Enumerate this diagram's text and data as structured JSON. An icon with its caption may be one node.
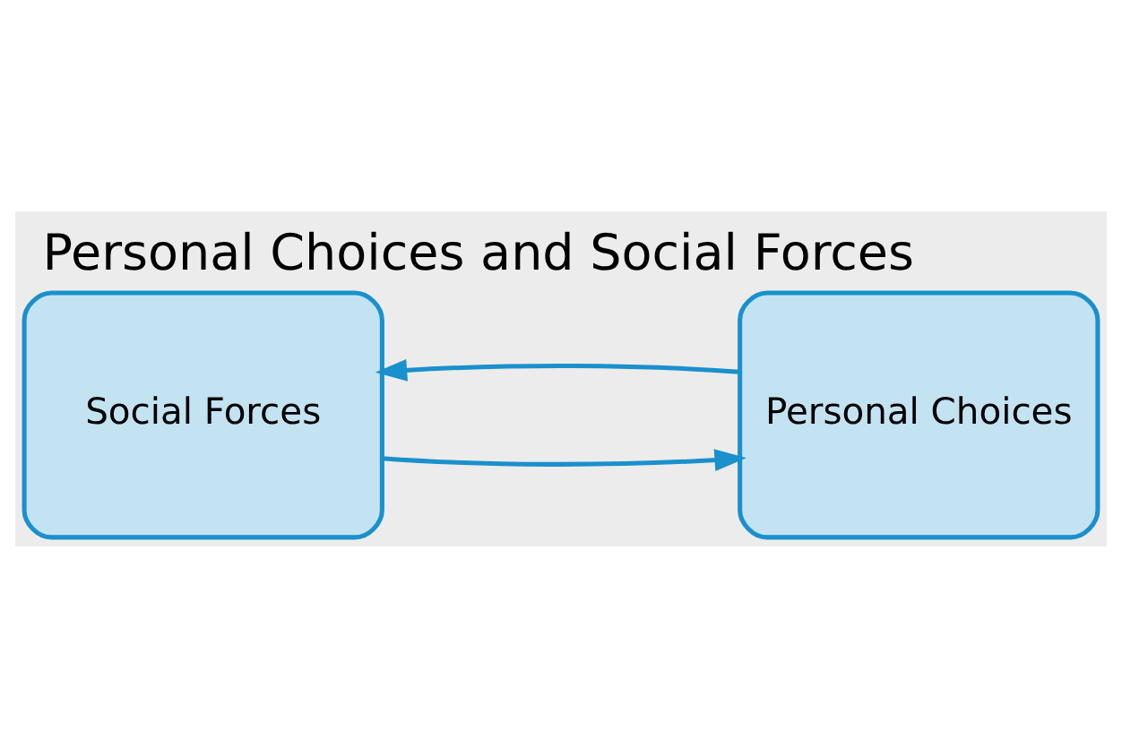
{
  "diagram": {
    "title": "Personal Choices and Social Forces",
    "nodes": [
      {
        "text": [
          "Social Forces"
        ]
      },
      {
        "text": [
          "Personal Choices"
        ]
      }
    ],
    "edges": [
      {
        "from": 0,
        "to": 1,
        "arrow": "to"
      },
      {
        "from": 1,
        "to": 0,
        "arrow": "to"
      }
    ]
  }
}
